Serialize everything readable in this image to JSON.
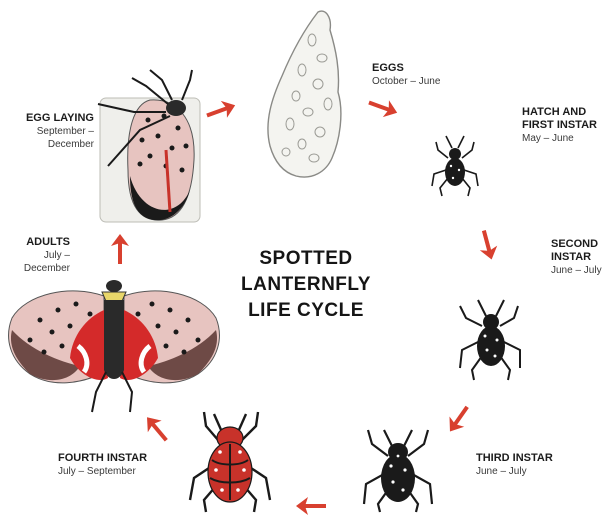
{
  "title": {
    "line1": "SPOTTED",
    "line2": "LANTERNFLY",
    "line3": "LIFE CYCLE"
  },
  "stages": {
    "eggs": {
      "name": "EGGS",
      "dates": "October – June"
    },
    "hatch": {
      "name_line1": "HATCH AND",
      "name_line2": "FIRST INSTAR",
      "dates": "May – June"
    },
    "second": {
      "name_line1": "SECOND",
      "name_line2": "INSTAR",
      "dates": "June – July"
    },
    "third": {
      "name": "THIRD INSTAR",
      "dates": "June – July"
    },
    "fourth": {
      "name": "FOURTH INSTAR",
      "dates": "July – September"
    },
    "adults": {
      "name": "ADULTS",
      "dates_line1": "July –",
      "dates_line2": "December"
    },
    "egg_laying": {
      "name": "EGG LAYING",
      "dates_line1": "September –",
      "dates_line2": "December"
    }
  },
  "colors": {
    "arrow": "#d8402f",
    "nymph_black": "#1a1a1a",
    "nymph_red": "#c8322a",
    "wing_pink": "#e9c8c4",
    "hindwing_red": "#d42a2a",
    "egg_mass": "#f4f4f0"
  }
}
